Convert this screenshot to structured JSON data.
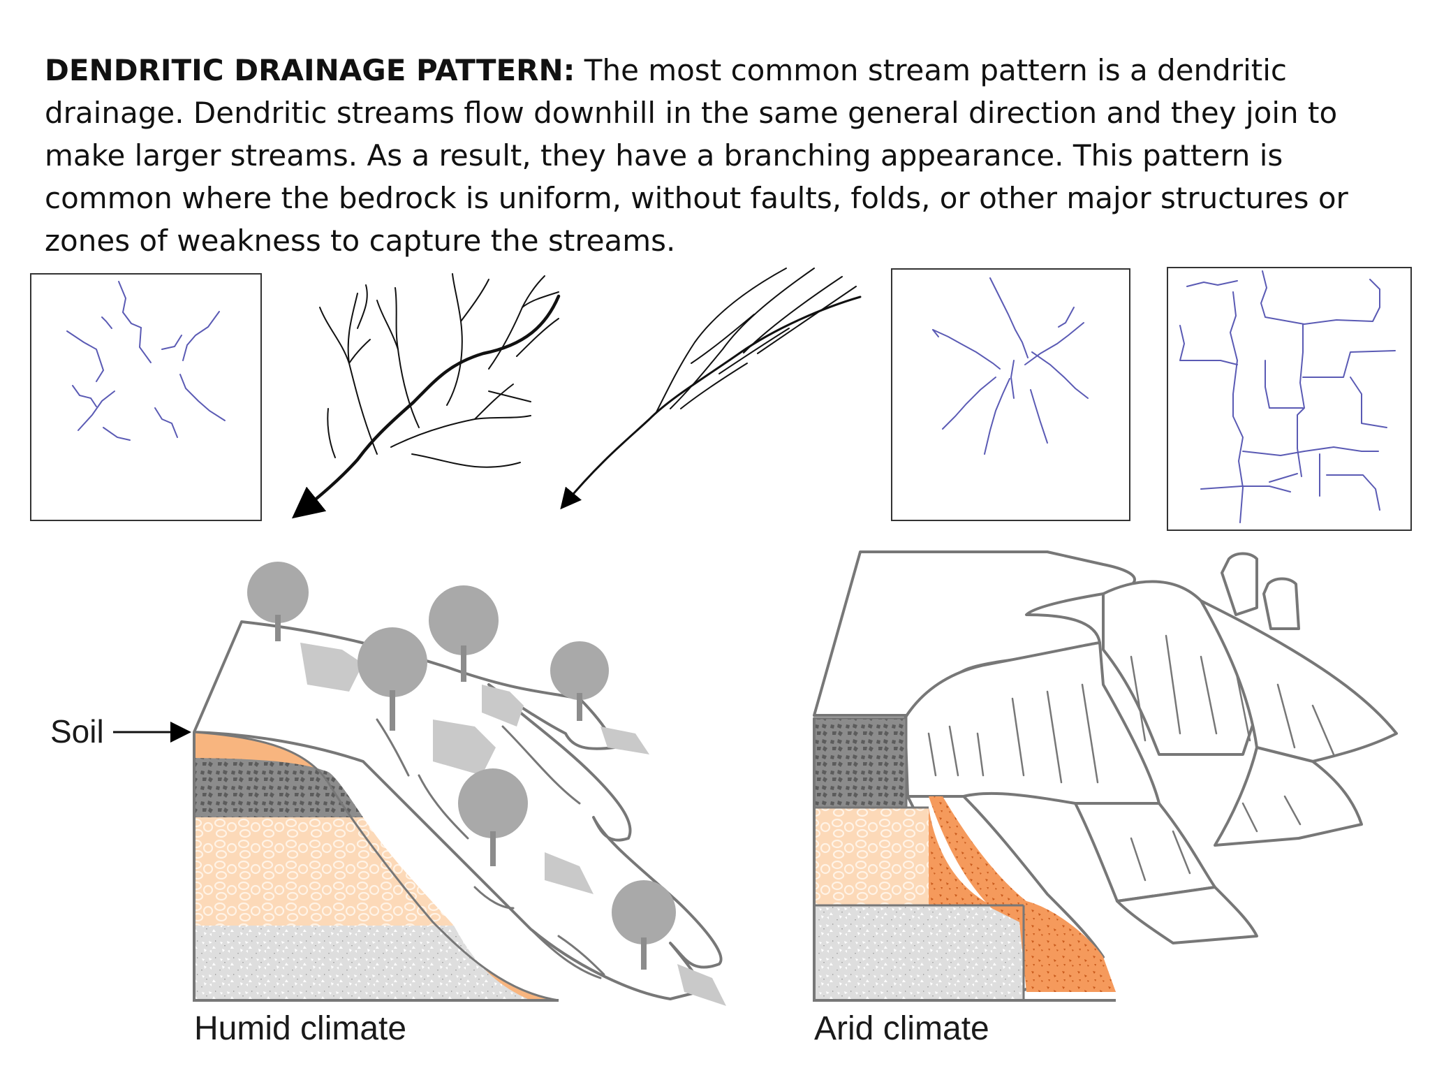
{
  "intro": {
    "heading": "DENDRITIC DRAINAGE PATTERN:",
    "body": " The most common stream pattern is a dendritic drainage. Dendritic streams flow downhill in the same general direction and they join to make larger streams. As a result, they have a branching appearance. This pattern is common where the bedrock is uniform, without faults, folds, or other major structures or zones of weakness to capture the streams."
  },
  "humid": {
    "soil_label": "Soil",
    "caption": "Humid climate"
  },
  "arid": {
    "caption": "Arid climate"
  },
  "colors": {
    "stream_blue": "#5a5ab4",
    "soil_orange": "#f8b57f",
    "sandstone_orange": "#fbd6b3",
    "conglomerate_orange": "#f48c4a",
    "gravel_dark": "#8a8a8a",
    "gravel_light": "#d9d9d9",
    "tree_gray": "#a3a3a3"
  },
  "panels": [
    "radial-centripetal-map",
    "dendritic-sketch",
    "parallel-sketch",
    "radial-map",
    "rectangular-map"
  ]
}
